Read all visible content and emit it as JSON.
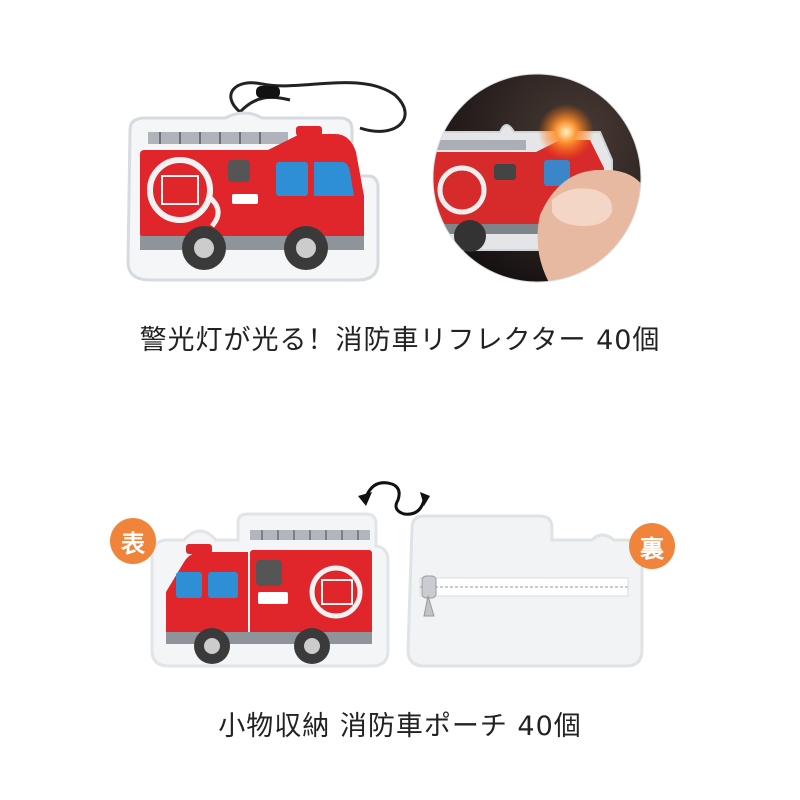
{
  "products": [
    {
      "caption": "警光灯が光る！消防車リフレクター 40個"
    },
    {
      "caption": "小物収納 消防車ポーチ 40個",
      "badge_front": "表",
      "badge_back": "裏"
    }
  ],
  "colors": {
    "badge": "#f0843a",
    "truck_red": "#e0262a",
    "window_blue": "#2f8fd6"
  }
}
